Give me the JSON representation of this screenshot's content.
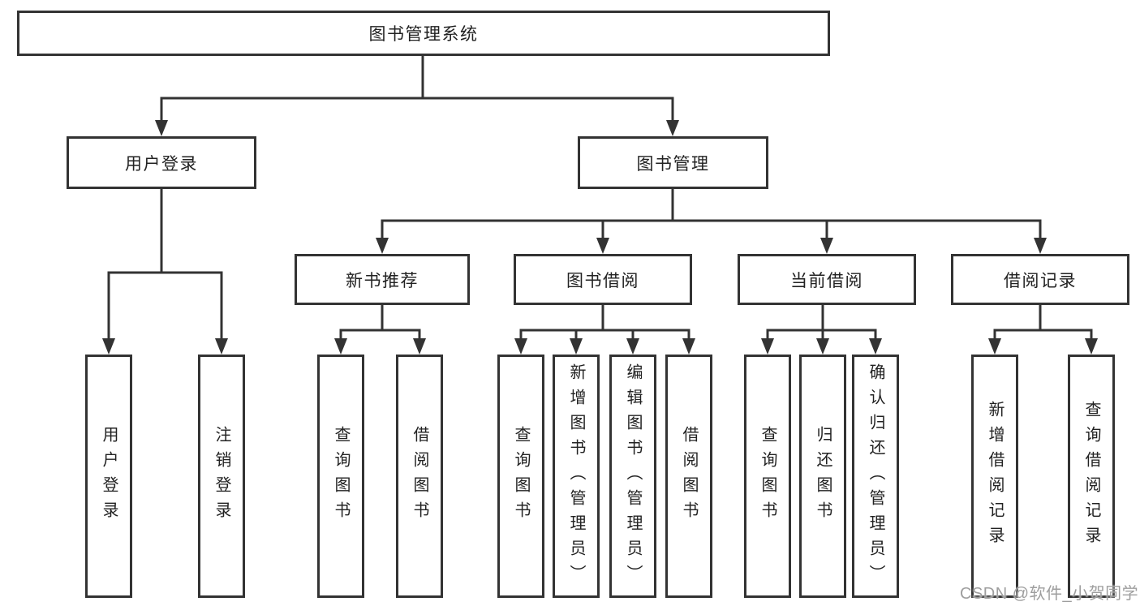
{
  "tree": {
    "label": "图书管理系统",
    "children": [
      {
        "label": "用户登录",
        "children": [
          {
            "label": "用户登录"
          },
          {
            "label": "注销登录"
          }
        ]
      },
      {
        "label": "图书管理",
        "children": [
          {
            "label": "新书推荐",
            "children": [
              {
                "label": "查询图书"
              },
              {
                "label": "借阅图书"
              }
            ]
          },
          {
            "label": "图书借阅",
            "children": [
              {
                "label": "查询图书"
              },
              {
                "label": "新增图书（管理员）"
              },
              {
                "label": "编辑图书（管理员）"
              },
              {
                "label": "借阅图书"
              }
            ]
          },
          {
            "label": "当前借阅",
            "children": [
              {
                "label": "查询图书"
              },
              {
                "label": "归还图书"
              },
              {
                "label": "确认归还（管理员）"
              }
            ]
          },
          {
            "label": "借阅记录",
            "children": [
              {
                "label": "新增借阅记录"
              },
              {
                "label": "查询借阅记录"
              }
            ]
          }
        ]
      }
    ]
  },
  "watermark": "CSDN @软件_小贺同学",
  "colors": {
    "line": "#333333",
    "text": "#222222",
    "box_background": "#ffffff",
    "watermark": "#9e9e9e",
    "page_background": "#ffffff"
  }
}
